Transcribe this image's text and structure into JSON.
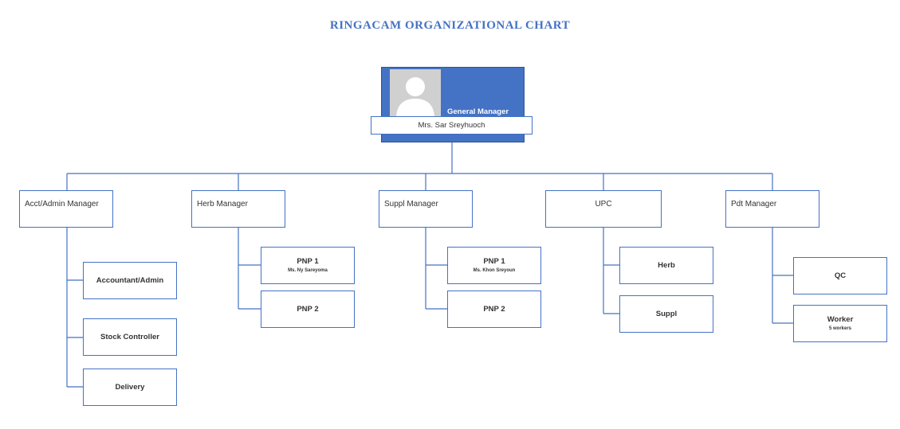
{
  "title": "RINGACAM ORGANIZATIONAL CHART",
  "general_manager": {
    "role": "General Manager",
    "name": "Mrs. Sar Sreyhuoch",
    "icon": "person-silhouette-icon"
  },
  "managers": [
    {
      "label": "Acct/Admin Manager",
      "children": [
        {
          "label": "Accountant/Admin"
        },
        {
          "label": "Stock Controller"
        },
        {
          "label": "Delivery"
        }
      ]
    },
    {
      "label": "Herb Manager",
      "children": [
        {
          "label": "PNP 1",
          "sub": "Ms. Ny Sareyoma"
        },
        {
          "label": "PNP 2"
        }
      ]
    },
    {
      "label": "Suppl Manager",
      "children": [
        {
          "label": "PNP 1",
          "sub": "Ms. Khon Sreyoun"
        },
        {
          "label": "PNP 2"
        }
      ]
    },
    {
      "label": "UPC",
      "children": [
        {
          "label": "Herb"
        },
        {
          "label": "Suppl"
        }
      ]
    },
    {
      "label": "Pdt Manager",
      "children": [
        {
          "label": "QC"
        },
        {
          "label": "Worker",
          "sub": "5 workers"
        }
      ]
    }
  ],
  "colors": {
    "accent": "#4472c4",
    "gm_card": "#4472c4",
    "photo_bg": "#d0d0d0"
  }
}
